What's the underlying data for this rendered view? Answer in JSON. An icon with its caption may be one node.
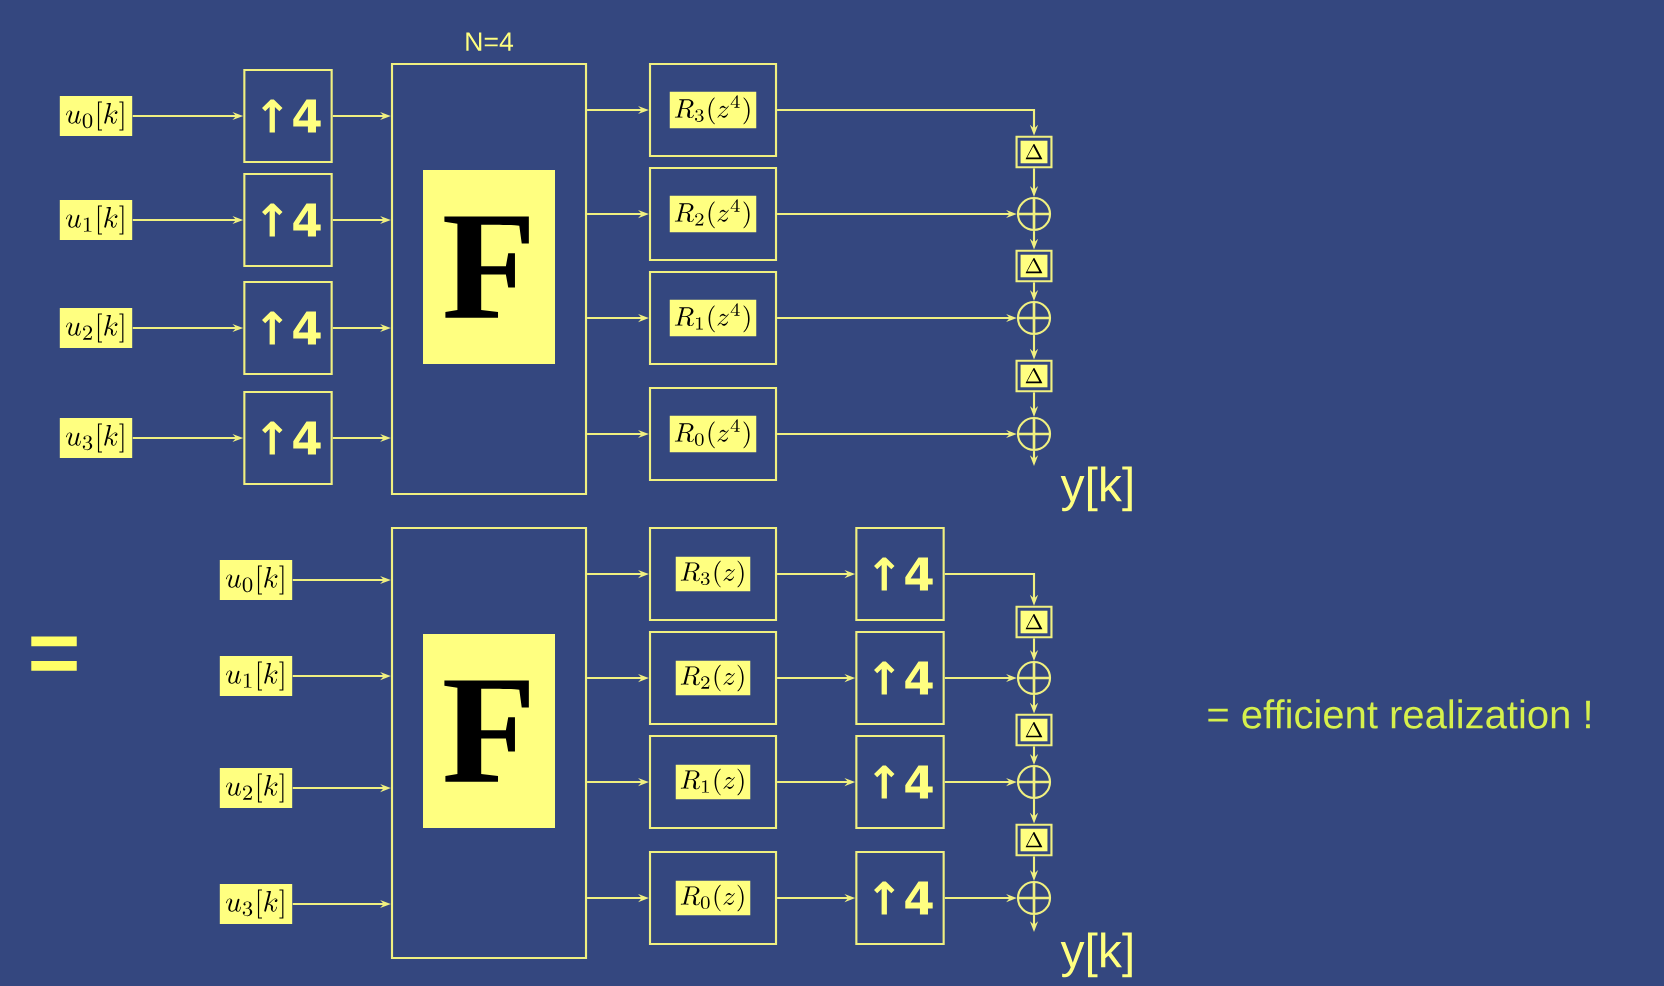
{
  "diagram": {
    "nodes": [
      {
        "text": [
          "u_0[k]"
        ]
      },
      {
        "text": [
          "u_1[k]"
        ]
      },
      {
        "text": [
          "u_2[k]"
        ]
      },
      {
        "text": [
          "u_3[k]"
        ]
      },
      {
        "text": [
          "↑4"
        ]
      },
      {
        "text": [
          "↑4"
        ]
      },
      {
        "text": [
          "↑4"
        ]
      },
      {
        "text": [
          "↑4"
        ]
      },
      {
        "text": [
          "N=4"
        ]
      },
      {
        "text": [
          "F"
        ],
        "in": 8
      },
      {
        "text": [
          "R_3(z^4)"
        ]
      },
      {
        "text": [
          "R_2(z^4)"
        ]
      },
      {
        "text": [
          "R_1(z^4)"
        ]
      },
      {
        "text": [
          "R_0(z^4)"
        ]
      },
      {
        "text": [
          "\\Delta"
        ]
      },
      {
        "text": [],
        "shape": "circle"
      },
      {
        "text": [
          "\\Delta"
        ]
      },
      {
        "text": [],
        "shape": "circle"
      },
      {
        "text": [
          "\\Delta"
        ]
      },
      {
        "text": [],
        "shape": "circle"
      },
      {
        "text": [
          "y[k]"
        ]
      },
      {
        "text": [
          "u_0[k]"
        ]
      },
      {
        "text": [
          "u_1[k]"
        ]
      },
      {
        "text": [
          "u_2[k]"
        ]
      },
      {
        "text": [
          "u_3[k]"
        ]
      },
      {
        "text": [],
        "shape": "box"
      },
      {
        "text": [
          "F"
        ],
        "in": 25
      },
      {
        "text": [
          "R_3(z)"
        ]
      },
      {
        "text": [
          "R_2(z)"
        ]
      },
      {
        "text": [
          "R_1(z)"
        ]
      },
      {
        "text": [
          "R_0(z)"
        ]
      },
      {
        "text": [
          "↑4"
        ]
      },
      {
        "text": [
          "↑4"
        ]
      },
      {
        "text": [
          "↑4"
        ]
      },
      {
        "text": [
          "↑4"
        ]
      },
      {
        "text": [
          "\\Delta"
        ]
      },
      {
        "text": [],
        "shape": "circle"
      },
      {
        "text": [
          "\\Delta"
        ]
      },
      {
        "text": [],
        "shape": "circle"
      },
      {
        "text": [
          "\\Delta"
        ]
      },
      {
        "text": [],
        "shape": "circle"
      },
      {
        "text": [
          "y[k]"
        ]
      }
    ],
    "edges": [
      {
        "from": 0,
        "to": 4,
        "arrow": "to"
      },
      {
        "from": 1,
        "to": 5,
        "arrow": "to"
      },
      {
        "from": 2,
        "to": 6,
        "arrow": "to"
      },
      {
        "from": 3,
        "to": 7,
        "arrow": "to"
      },
      {
        "from": 4,
        "to": 8,
        "arrow": "to"
      },
      {
        "from": 5,
        "to": 8,
        "arrow": "to"
      },
      {
        "from": 6,
        "to": 8,
        "arrow": "to"
      },
      {
        "from": 7,
        "to": 8,
        "arrow": "to"
      },
      {
        "from": 8,
        "to": 10,
        "arrow": "to"
      },
      {
        "from": 8,
        "to": 11,
        "arrow": "to"
      },
      {
        "from": 8,
        "to": 12,
        "arrow": "to"
      },
      {
        "from": 8,
        "to": 13,
        "arrow": "to"
      },
      {
        "from": 10,
        "to": 14,
        "arrow": "to"
      },
      {
        "from": 14,
        "to": 15,
        "arrow": "to"
      },
      {
        "from": 11,
        "to": 15,
        "arrow": "to"
      },
      {
        "from": 15,
        "to": 16,
        "arrow": "to"
      },
      {
        "from": 16,
        "to": 17,
        "arrow": "to"
      },
      {
        "from": 12,
        "to": 17,
        "arrow": "to"
      },
      {
        "from": 17,
        "to": 18,
        "arrow": "to"
      },
      {
        "from": 18,
        "to": 19,
        "arrow": "to"
      },
      {
        "from": 13,
        "to": 19,
        "arrow": "to"
      },
      {
        "from": 19,
        "to": 20,
        "arrow": "to"
      },
      {
        "from": 21,
        "to": 25,
        "arrow": "to"
      },
      {
        "from": 22,
        "to": 25,
        "arrow": "to"
      },
      {
        "from": 23,
        "to": 25,
        "arrow": "to"
      },
      {
        "from": 24,
        "to": 25,
        "arrow": "to"
      },
      {
        "from": 25,
        "to": 27,
        "arrow": "to"
      },
      {
        "from": 25,
        "to": 28,
        "arrow": "to"
      },
      {
        "from": 25,
        "to": 29,
        "arrow": "to"
      },
      {
        "from": 25,
        "to": 30,
        "arrow": "to"
      },
      {
        "from": 27,
        "to": 31,
        "arrow": "to"
      },
      {
        "from": 28,
        "to": 32,
        "arrow": "to"
      },
      {
        "from": 29,
        "to": 33,
        "arrow": "to"
      },
      {
        "from": 30,
        "to": 34,
        "arrow": "to"
      },
      {
        "from": 31,
        "to": 35,
        "arrow": "to"
      },
      {
        "from": 35,
        "to": 36,
        "arrow": "to"
      },
      {
        "from": 32,
        "to": 36,
        "arrow": "to"
      },
      {
        "from": 36,
        "to": 37,
        "arrow": "to"
      },
      {
        "from": 37,
        "to": 38,
        "arrow": "to"
      },
      {
        "from": 33,
        "to": 38,
        "arrow": "to"
      },
      {
        "from": 38,
        "to": 39,
        "arrow": "to"
      },
      {
        "from": 39,
        "to": 40,
        "arrow": "to"
      },
      {
        "from": 34,
        "to": 40,
        "arrow": "to"
      },
      {
        "from": 40,
        "to": 41,
        "arrow": "to"
      }
    ],
    "labels": [
      "=",
      "= efficient realization !"
    ]
  }
}
